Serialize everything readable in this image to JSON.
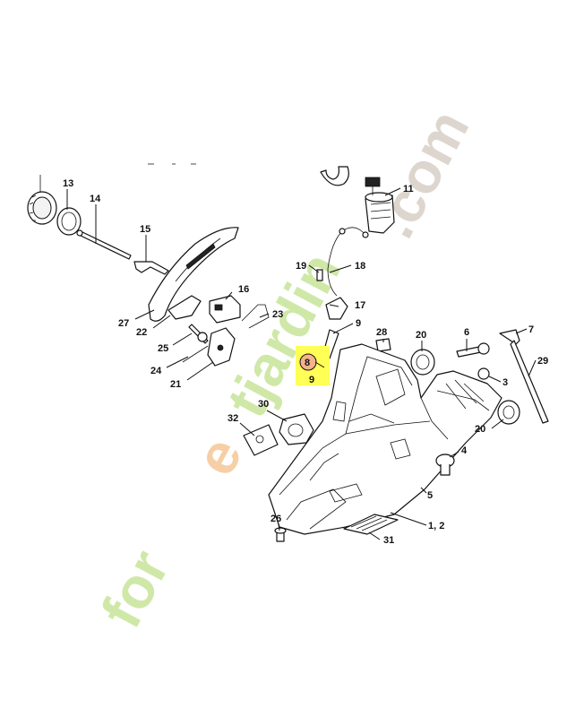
{
  "diagram": {
    "highlight_color": "#ffff55",
    "highlight_circle_color": "#f5b28c",
    "labels": {
      "p1_2": "1, 2",
      "p3": "3",
      "p4": "4",
      "p5": "5",
      "p6": "6",
      "p7": "7",
      "p8": "8",
      "p9a": "9",
      "p9b": "9",
      "p11": "11",
      "p13": "13",
      "p14": "14",
      "p15": "15",
      "p16": "16",
      "p17": "17",
      "p18": "18",
      "p19": "19",
      "p20a": "20",
      "p20b": "20",
      "p21": "21",
      "p22": "22",
      "p23": "23",
      "p24": "24",
      "p25": "25",
      "p26": "26",
      "p27": "27",
      "p28": "28",
      "p29": "29",
      "p30": "30",
      "p31": "31",
      "p32": "32"
    }
  },
  "watermark": {
    "text_green_1": "for",
    "text_orange": "e",
    "text_green_2": "tjardin",
    "text_dot_com": ".com",
    "green_color": "#cfe8a8",
    "orange_color": "#f6cfa6",
    "brown_color": "#ddd6ce"
  }
}
